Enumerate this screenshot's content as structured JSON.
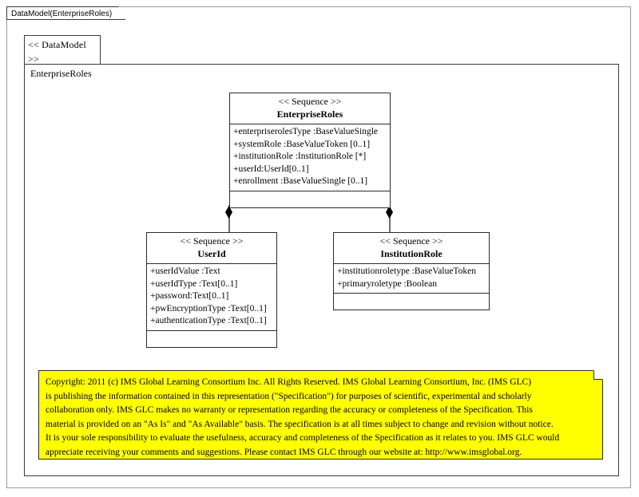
{
  "frame": {
    "tab_label": "DataModel(EnterpriseRoles)"
  },
  "package": {
    "stereotype": "<< DataModel >>",
    "name": "EnterpriseRoles"
  },
  "classes": [
    {
      "id": "enterpriseroles",
      "stereotype": "<< Sequence >>",
      "name": "EnterpriseRoles",
      "attributes": [
        "+enterpriserolesType  :BaseValueSingle",
        "+systemRole :BaseValueToken [0..1]",
        "+institutionRole   :InstitutionRole  [*]",
        "+userId:UserId[0..1]",
        "+enrollment :BaseValueSingle  [0..1]"
      ],
      "operations": []
    },
    {
      "id": "userid",
      "stereotype": "<< Sequence >>",
      "name": "UserId",
      "attributes": [
        "+userIdValue :Text",
        "+userIdType :Text[0..1]",
        "+password:Text[0..1]",
        "+pwEncryptionType  :Text[0..1]",
        "+authenticationType  :Text[0..1]"
      ],
      "operations": []
    },
    {
      "id": "institutionrole",
      "stereotype": "<< Sequence >>",
      "name": "InstitutionRole",
      "attributes": [
        "+institutionroletype   :BaseValueToken",
        "+primaryroletype  :Boolean"
      ],
      "operations": []
    }
  ],
  "relationships": [
    {
      "type": "composition",
      "from": "EnterpriseRoles",
      "to": "UserId"
    },
    {
      "type": "composition",
      "from": "EnterpriseRoles",
      "to": "InstitutionRole"
    }
  ],
  "note": {
    "lines": [
      "Copyright: 2011 (c) IMS Global Learning Consortium Inc.  All Rights Reserved.  IMS Global Learning Consortium, Inc. (IMS GLC)",
      "is publishing the information contained in this representation (\"Specification\") for purposes of scientific, experimental and scholarly",
      "collaboration only.  IMS GLC makes no warranty or representation regarding the accuracy or completeness of the Specification.  This",
      "material is provided on an \"As Is\" and \"As Available\" basis.  The specification is at all times subject to change and revision without notice.",
      "It is your sole responsibility to evaluate the usefulness, accuracy and completeness of the Specification as it relates to you.  IMS GLC would",
      "appreciate receiving your comments and suggestions.  Please contact IMS GLC through our website at: http://www.imsglobal.org."
    ]
  },
  "colors": {
    "note_background": "#ffff00",
    "line": "#2b2b2b",
    "connector": "#6e6e6e",
    "frame": "#9a9a9a",
    "canvas": "#ffffff"
  }
}
